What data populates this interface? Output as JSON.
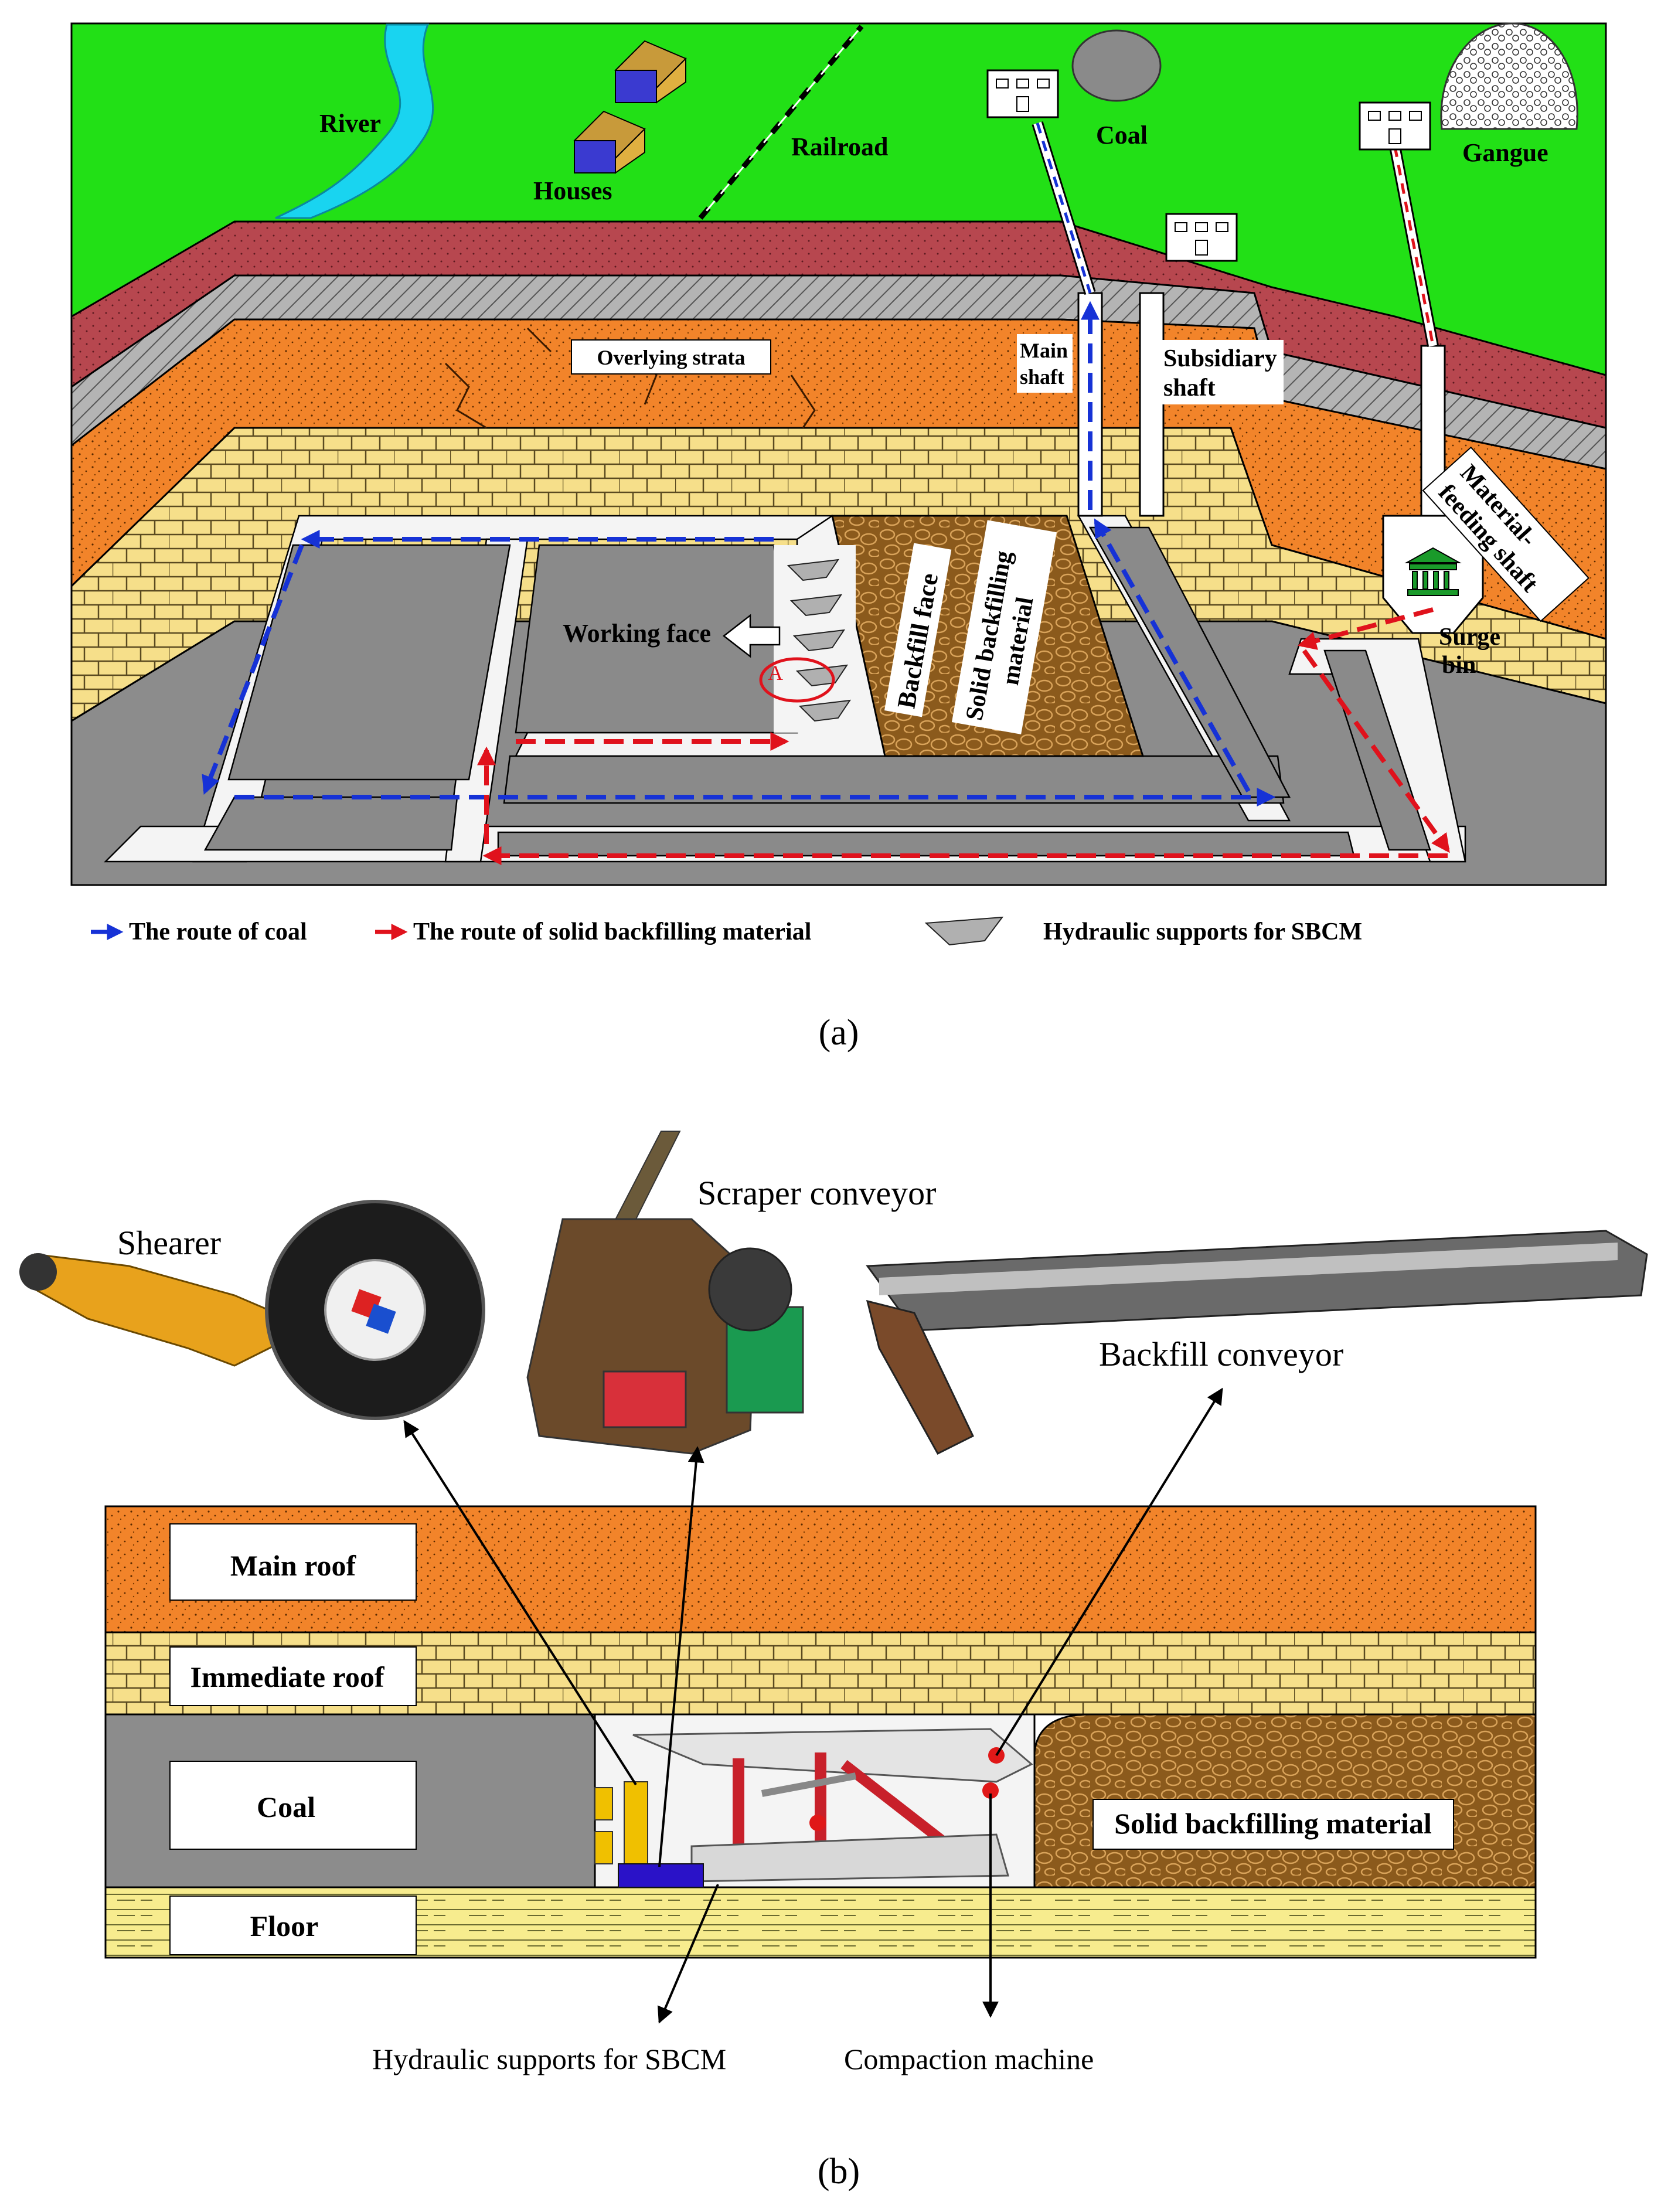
{
  "figure": {
    "panel_a": {
      "label": "(a)",
      "labels": {
        "river": "River",
        "houses": "Houses",
        "railroad": "Railroad",
        "coal": "Coal",
        "gangue": "Gangue",
        "overlying_strata": "Overlying strata",
        "main_shaft_line1": "Main",
        "main_shaft_line2": "shaft",
        "subsidiary_shaft_line1": "Subsidiary",
        "subsidiary_shaft_line2": "shaft",
        "material_shaft_line1": "Material-",
        "material_shaft_line2": "feeding shaft",
        "surge_bin_line1": "Surge",
        "surge_bin_line2": "bin",
        "working_face": "Working face",
        "backfill_face": "Backfill face",
        "solid_backfill_line1": "Solid backfilling",
        "solid_backfill_line2": "material",
        "marker_a": "A"
      },
      "legend": {
        "coal_route": "The route of coal",
        "backfill_route": "The route of solid backfilling material",
        "supports": "Hydraulic supports for SBCM"
      }
    },
    "panel_b": {
      "label": "(b)",
      "labels": {
        "shearer": "Shearer",
        "scraper_conveyor": "Scraper conveyor",
        "backfill_conveyor": "Backfill conveyor",
        "main_roof": "Main roof",
        "immediate_roof": "Immediate roof",
        "coal": "Coal",
        "floor": "Floor",
        "solid_backfill": "Solid backfilling material",
        "hydraulic_supports": "Hydraulic supports for SBCM",
        "compaction_machine": "Compaction machine"
      }
    },
    "colors": {
      "ground": "#22e016",
      "river": "#19d4f0",
      "red_stratum": "#b7474f",
      "orange_stratum": "#f2842a",
      "brick_stratum": "#f6df8a",
      "coal_gray": "#8c8c8c",
      "roadway": "#f4f4f4",
      "backfill_brown": "#8b5a1c",
      "coal_route": "#1632d6",
      "backfill_route": "#e0121c"
    }
  }
}
